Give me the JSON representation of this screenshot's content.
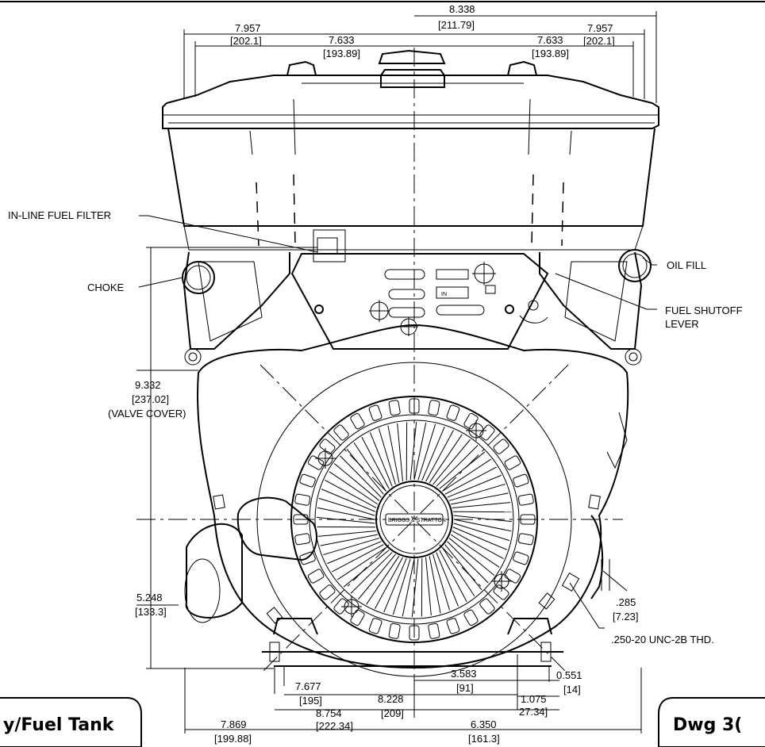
{
  "dimensions": {
    "d_8338": "8.338",
    "d_21179": "[211.79]",
    "d_7957l": "7.957",
    "d_2021l": "[202.1]",
    "d_7957r": "7.957",
    "d_2021r": "[202.1]",
    "d_7633l": "7.633",
    "d_19389l": "[193.89]",
    "d_7633r": "7.633",
    "d_19389r": "[193.89]",
    "d_9332": "9.332",
    "d_23702": "[237.02]",
    "d_valve": "(VALVE COVER)",
    "d_5248": "5.248",
    "d_1333": "[133.3]",
    "d_285": ".285",
    "d_723": "[7.23]",
    "d_3583": "3.583",
    "d_91": "[91]",
    "d_0551": "0.551",
    "d_14": "[14]",
    "d_7677": "7.677",
    "d_195": "[195]",
    "d_8228": "8.228",
    "d_209": "[209]",
    "d_1075": "1.075",
    "d_2734": "27.34]",
    "d_8754": "8.754",
    "d_22234": "[222.34]",
    "d_7869": "7.869",
    "d_19988": "[199.88]",
    "d_6350": "6.350",
    "d_1613": "[161.3]"
  },
  "callouts": {
    "fuel_filter": "IN-LINE FUEL FILTER",
    "choke": "CHOKE",
    "oil_fill": "OIL FILL",
    "fuel_shutoff_1": "FUEL SHUTOFF",
    "fuel_shutoff_2": "LEVER",
    "thread": ".250-20 UNC-2B THD."
  },
  "tabs": {
    "left": "y/Fuel Tank",
    "right": "Dwg 3("
  },
  "decal": {
    "logo": "BRIGGS & STRATTON",
    "panel_label": "IN"
  }
}
